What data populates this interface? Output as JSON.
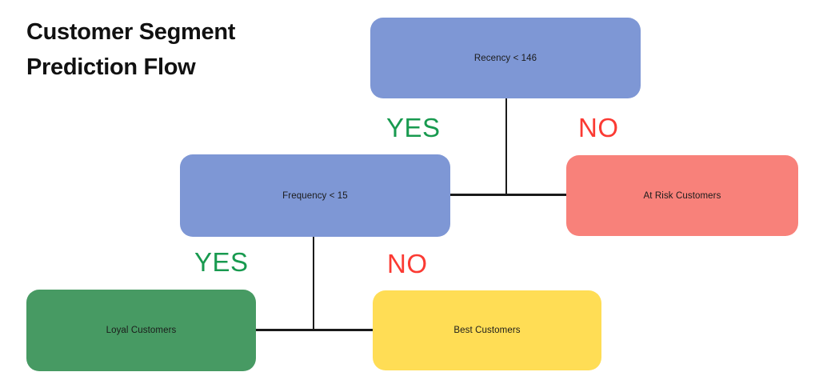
{
  "title": {
    "line1": "Customer Segment",
    "line2": "Prediction Flow"
  },
  "nodes": {
    "recency": {
      "label": "Recency < 146",
      "color": "#7E97D5"
    },
    "frequency": {
      "label": "Frequency < 15",
      "color": "#7E97D5"
    },
    "at_risk": {
      "label": "At Risk Customers",
      "color": "#F8817A"
    },
    "loyal": {
      "label": "Loyal Customers",
      "color": "#479A63"
    },
    "best": {
      "label": "Best Customers",
      "color": "#FFDD55"
    }
  },
  "edges": {
    "recency_yes": {
      "label": "YES",
      "color": "#189A4F"
    },
    "recency_no": {
      "label": "NO",
      "color": "#FB3A33"
    },
    "frequency_yes": {
      "label": "YES",
      "color": "#189A4F"
    },
    "frequency_no": {
      "label": "NO",
      "color": "#FB3A33"
    }
  },
  "colors": {
    "background": "#FFFFFF",
    "connector": "#1A1A1A",
    "title_text": "#111111",
    "node_text": "#1B1B1B"
  }
}
